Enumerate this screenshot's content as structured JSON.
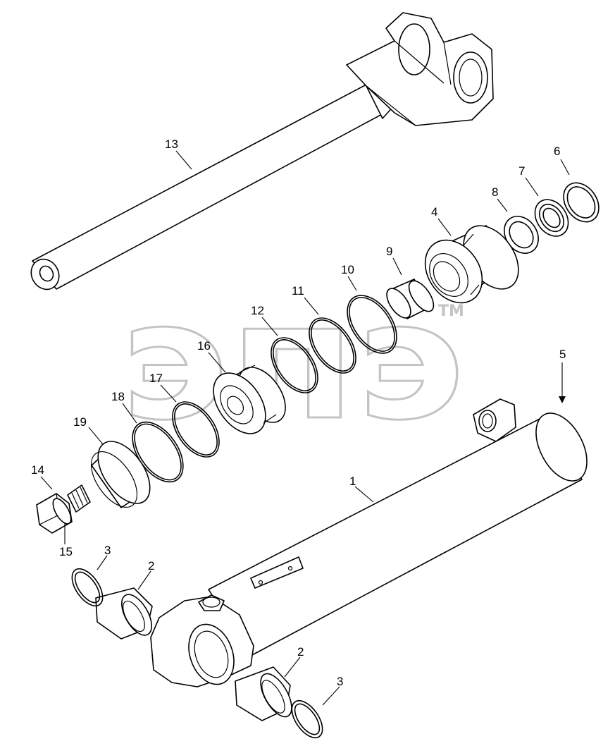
{
  "watermark": {
    "text": "эпэ",
    "trademark": "TM"
  },
  "callouts": [
    {
      "id": "c1",
      "label": "1"
    },
    {
      "id": "c2a",
      "label": "2"
    },
    {
      "id": "c2b",
      "label": "2"
    },
    {
      "id": "c3a",
      "label": "3"
    },
    {
      "id": "c3b",
      "label": "3"
    },
    {
      "id": "c4",
      "label": "4"
    },
    {
      "id": "c5",
      "label": "5"
    },
    {
      "id": "c6",
      "label": "6"
    },
    {
      "id": "c7",
      "label": "7"
    },
    {
      "id": "c8",
      "label": "8"
    },
    {
      "id": "c9",
      "label": "9"
    },
    {
      "id": "c10",
      "label": "10"
    },
    {
      "id": "c11",
      "label": "11"
    },
    {
      "id": "c12",
      "label": "12"
    },
    {
      "id": "c13",
      "label": "13"
    },
    {
      "id": "c14",
      "label": "14"
    },
    {
      "id": "c15",
      "label": "15"
    },
    {
      "id": "c16",
      "label": "16"
    },
    {
      "id": "c17",
      "label": "17"
    },
    {
      "id": "c18",
      "label": "18"
    },
    {
      "id": "c19",
      "label": "19"
    }
  ]
}
